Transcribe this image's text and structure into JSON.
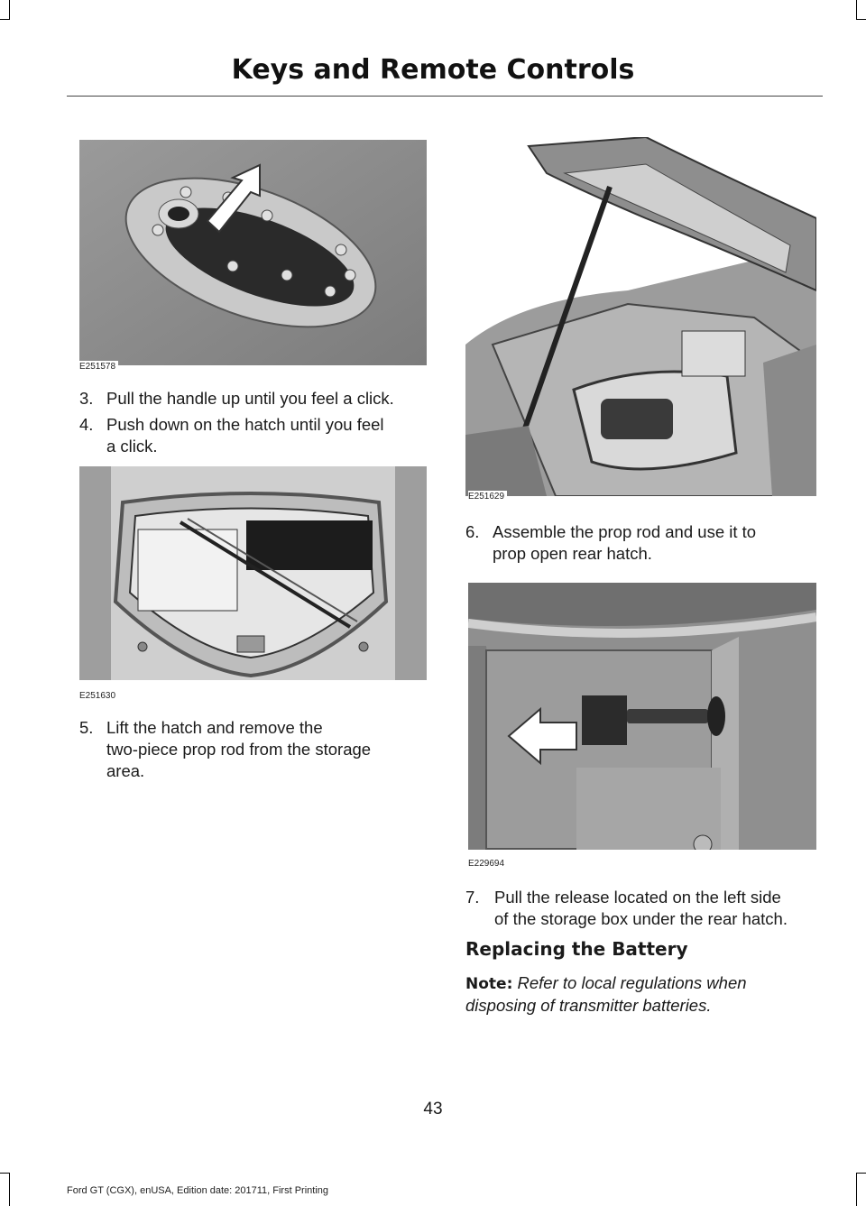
{
  "header": {
    "title": "Keys and Remote Controls"
  },
  "figures": {
    "fig1": {
      "id": "E251578",
      "icon": "rotating-handle-arrow-illustration"
    },
    "fig2": {
      "id": "E251630",
      "icon": "storage-area-prop-rod-illustration"
    },
    "fig3": {
      "id": "E251629",
      "icon": "open-rear-hatch-illustration"
    },
    "fig4": {
      "id": "E229694",
      "icon": "release-lever-arrow-illustration"
    }
  },
  "steps": {
    "s3": {
      "num": "3.",
      "line1": "Pull the handle up until you feel a click."
    },
    "s4": {
      "num": "4.",
      "line1": "Push down on the hatch until you feel",
      "line2": "a click."
    },
    "s5": {
      "num": "5.",
      "line1": "Lift the hatch and remove the",
      "line2": "two-piece prop rod from the storage",
      "line3": "area."
    },
    "s6": {
      "num": "6.",
      "line1": "Assemble the prop rod and use it to",
      "line2": "prop open rear hatch."
    },
    "s7": {
      "num": "7.",
      "line1": "Pull the release located on the left side",
      "line2": "of the storage box under the rear hatch."
    }
  },
  "section": {
    "title": "Replacing the Battery"
  },
  "note": {
    "label": "Note:",
    "text": "Refer to local regulations when",
    "text2": "disposing of transmitter batteries."
  },
  "page": {
    "number": "43"
  },
  "footer": {
    "text": "Ford GT (CGX), enUSA, Edition date: 201711, First Printing"
  },
  "colors": {
    "text": "#1a1a1a",
    "rule": "#444444",
    "figure_gray": "#8a8a8a"
  }
}
